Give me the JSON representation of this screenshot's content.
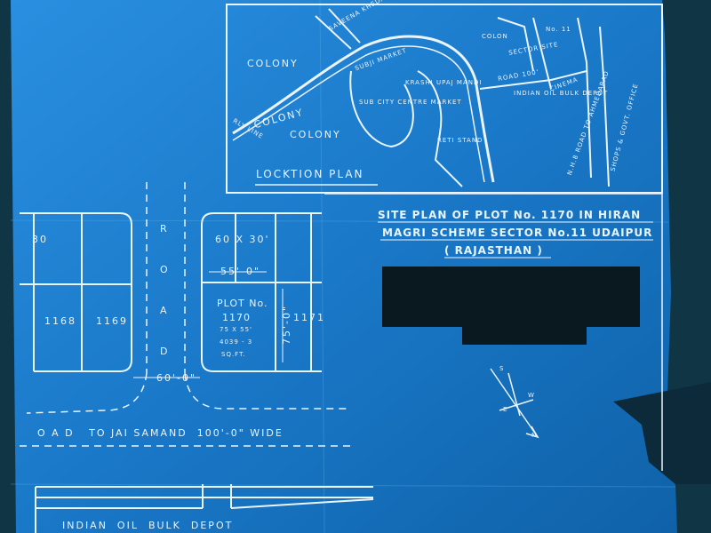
{
  "location_plan": {
    "caption": "LOCKTION PLAN",
    "labels": {
      "colony_top": "COLONY",
      "colony_left": "COLONY",
      "colony_bottom": "COLONY",
      "colony_right": "COLON",
      "savina": "SAVEENA KHEDA",
      "subji_market": "SUBJI MARKET",
      "krashi_upaj_mandi": "KRASHI UPAJ MANDI",
      "sub_city_centre": "SUB CITY CENTRE MARKET",
      "reti_stand": "RETI STAND",
      "sector_site": "SECTOR SITE",
      "sector_no": "No. 11",
      "road": "ROAD 100'",
      "indian_oil_depot": "INDIAN OIL BULK DEPOT",
      "cinema": "CINEMA",
      "nh_road": "N.H.8 ROAD TO AHMEDABAD",
      "shops": "SHOPS & GOVT. OFFICE",
      "railway": "RLY LINE"
    }
  },
  "title_block": {
    "line1": "SITE PLAN OF PLOT No. 1170 IN HIRAN",
    "line2": "MAGRI SCHEME SECTOR No.11 UDAIPUR",
    "line3": "( RAJASTHAN )"
  },
  "site_plan": {
    "road_letters": [
      "R",
      "O",
      "A",
      "D"
    ],
    "road_bottom_label": "O A D   TO JAI SAMAND  100'-0\" WIDE",
    "road_width": "60'-0\"",
    "plots": {
      "p30": "30",
      "p1168": "1168",
      "p1169": "1169",
      "p1171": "1171",
      "dim_60x30": "60 X 30'",
      "dim_55": "55'-0\"",
      "dim_75": "75'-0\""
    },
    "subject_plot": {
      "heading": "PLOT No.",
      "number": "1170",
      "size": "75 X 55'",
      "area": "4039 - 3",
      "unit": "SQ.FT."
    },
    "bottom_label": "INDIAN  OIL  BULK  DEPOT"
  },
  "north_arrow": {
    "n": "N",
    "s": "S",
    "e": "E",
    "w": "W"
  },
  "colors": {
    "paper": "#1d7fcc",
    "paper_dark": "#0f5f9e",
    "line": "#e9f4ff",
    "frame": "#103646",
    "redaction": "#0a1820"
  }
}
